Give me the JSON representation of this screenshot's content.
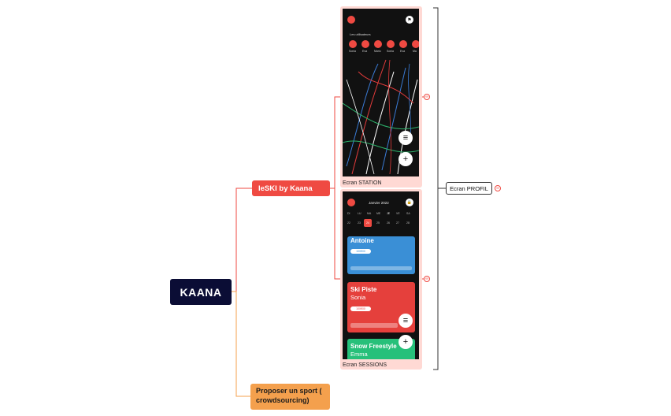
{
  "root": {
    "label": "KAANA"
  },
  "branches": {
    "leski": {
      "label": "leSKI by Kaana"
    },
    "propose": {
      "label": "Proposer un sport ( crowdsourcing)"
    }
  },
  "screens": {
    "station": {
      "caption": "Ecran STATION",
      "users_heading": "Les utilisateurs",
      "users": [
        "Sonia",
        "Eva",
        "Mario",
        "Sonia",
        "Eva",
        "Ma"
      ],
      "filter_icon": "filter-icon",
      "add_icon": "plus-icon"
    },
    "sessions": {
      "caption": "Ecran SESSIONS",
      "month": "Janvier 2022",
      "weekdays": [
        "DI",
        "LU",
        "MA",
        "ME",
        "JE",
        "VE",
        "SA"
      ],
      "days": [
        "22",
        "23",
        "24",
        "25",
        "26",
        "27",
        "28"
      ],
      "selected_day": "24",
      "cards": [
        {
          "title": "",
          "name": "Antoine",
          "badge": "100€00",
          "color": "#3a8fd6"
        },
        {
          "title": "Ski Piste",
          "name": "Sonia",
          "badge": "100€00",
          "color": "#e5403c"
        },
        {
          "title": "Snow Freestyle",
          "name": "Emma",
          "badge": "",
          "color": "#27c07a"
        }
      ]
    }
  },
  "profile": {
    "label": "Ecran PROFIL"
  },
  "colors": {
    "root": "#0b0d35",
    "leski": "#ef4a42",
    "propose": "#f4a04d",
    "card_bg": "#ffd9d4"
  }
}
